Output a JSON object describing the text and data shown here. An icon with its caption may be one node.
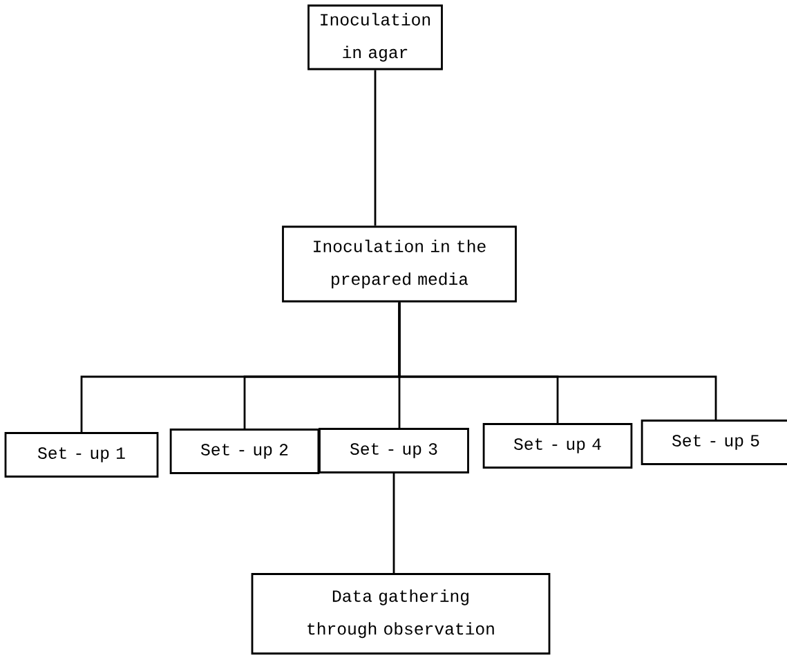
{
  "diagram": {
    "nodes": [
      {
        "text": [
          "Inoculation in agar"
        ]
      },
      {
        "text": [
          "Inoculation in the prepared media"
        ]
      },
      {
        "text": [
          "Set - up 1"
        ]
      },
      {
        "text": [
          "Set - up 2"
        ]
      },
      {
        "text": [
          "Set - up 3"
        ]
      },
      {
        "text": [
          "Set - up 4"
        ]
      },
      {
        "text": [
          "Set - up 5"
        ]
      },
      {
        "text": [
          "Data gathering through observation"
        ]
      }
    ],
    "edges": [
      {
        "from": 0,
        "to": 1,
        "arrow": "none"
      },
      {
        "from": 1,
        "to": 2,
        "arrow": "none"
      },
      {
        "from": 1,
        "to": 3,
        "arrow": "none"
      },
      {
        "from": 1,
        "to": 4,
        "arrow": "none"
      },
      {
        "from": 1,
        "to": 5,
        "arrow": "none"
      },
      {
        "from": 1,
        "to": 6,
        "arrow": "none"
      },
      {
        "from": 4,
        "to": 7,
        "arrow": "none"
      }
    ]
  }
}
